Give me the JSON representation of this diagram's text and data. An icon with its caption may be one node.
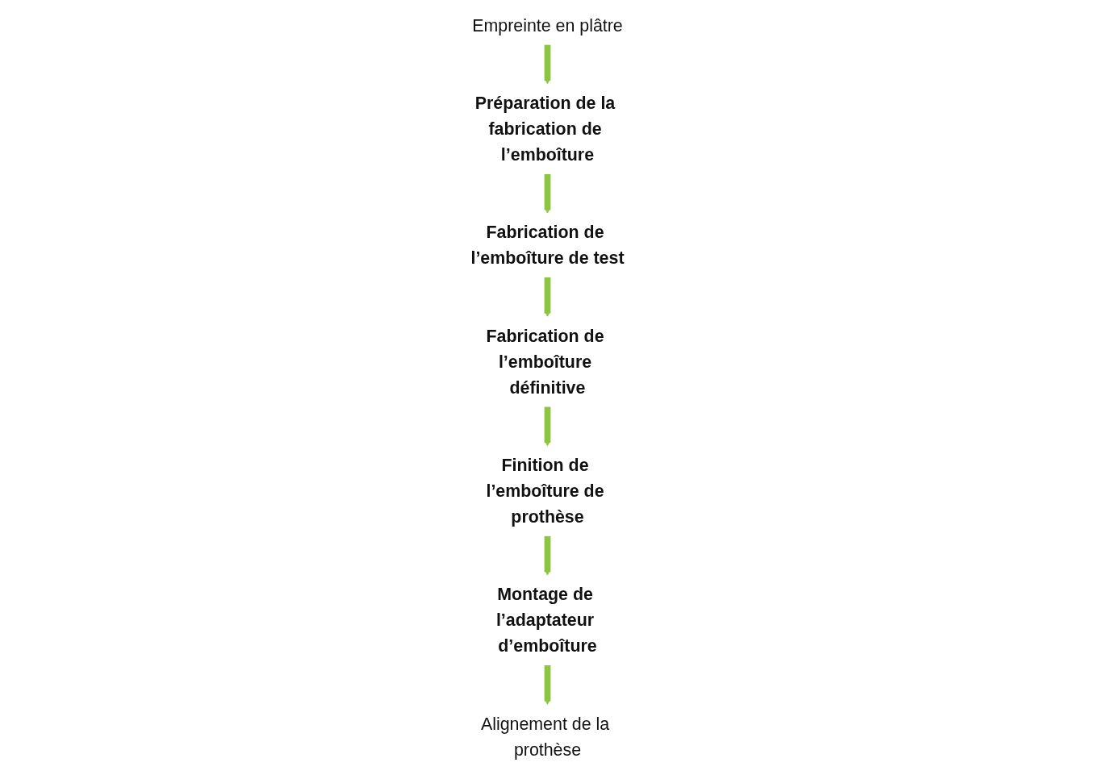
{
  "diagram": {
    "nodes": [
      {
        "text": [
          "Empreinte en plâtre"
        ]
      },
      {
        "text": [
          "Préparation de la fabrication de l’emboîture"
        ]
      },
      {
        "text": [
          "Fabrication de l’emboîture de test"
        ]
      },
      {
        "text": [
          "Fabrication de l’emboîture définitive"
        ]
      },
      {
        "text": [
          "Finition de l’emboîture de prothèse"
        ]
      },
      {
        "text": [
          "Montage de l’adaptateur d’emboîture"
        ]
      },
      {
        "text": [
          "Alignement de la prothèse"
        ]
      }
    ],
    "edges": [
      {
        "from": 0,
        "to": 1,
        "arrow": "to"
      },
      {
        "from": 1,
        "to": 2,
        "arrow": "to"
      },
      {
        "from": 2,
        "to": 3,
        "arrow": "to"
      },
      {
        "from": 3,
        "to": 4,
        "arrow": "to"
      },
      {
        "from": 4,
        "to": 5,
        "arrow": "to"
      },
      {
        "from": 5,
        "to": 6,
        "arrow": "to"
      }
    ]
  }
}
